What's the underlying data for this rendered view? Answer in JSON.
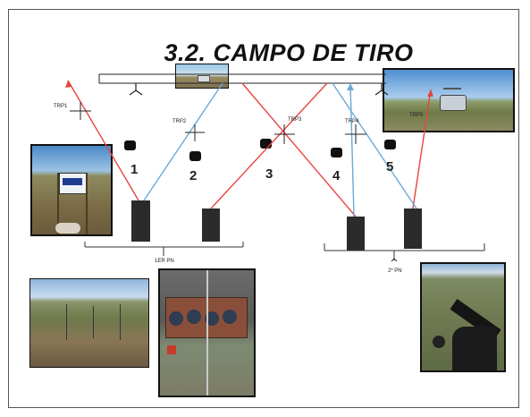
{
  "title": "3.2. CAMPO DE TIRO",
  "lanes": [
    "1",
    "2",
    "3",
    "4",
    "5"
  ],
  "trps": [
    "TRP1",
    "TRP2",
    "TRP3",
    "TRP4",
    "TRP5"
  ],
  "positions": [
    "1ER PN",
    "2º PN"
  ],
  "colors": {
    "red_line": "#e8443f",
    "blue_line": "#6aaad6",
    "sky": "#8cbde0",
    "field": "#8a7a55"
  },
  "photos": [
    "target-top-photo",
    "target-right-photo",
    "target-left-photo",
    "terrain-photo",
    "target-board-photo",
    "rifle-position-photo"
  ]
}
